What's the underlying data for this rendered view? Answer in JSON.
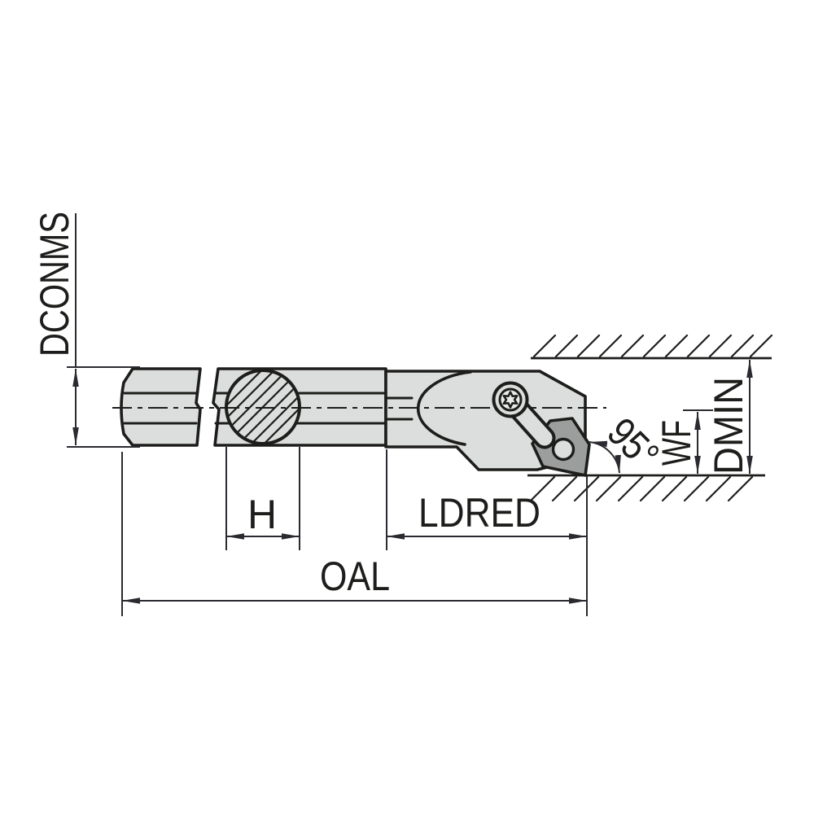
{
  "drawing": {
    "labels": {
      "dconms": "DCONMS",
      "h": "H",
      "ldred": "LDRED",
      "oal": "OAL",
      "angle": "95°",
      "wf": "WF",
      "dmin": "DMIN"
    },
    "colors": {
      "body": "#dcdedd",
      "insert": "#9c9e9d",
      "line": "#1d1d1b",
      "dim": "#2a2a30",
      "screwface": "#e9ebea",
      "background": "#ffffff"
    }
  }
}
